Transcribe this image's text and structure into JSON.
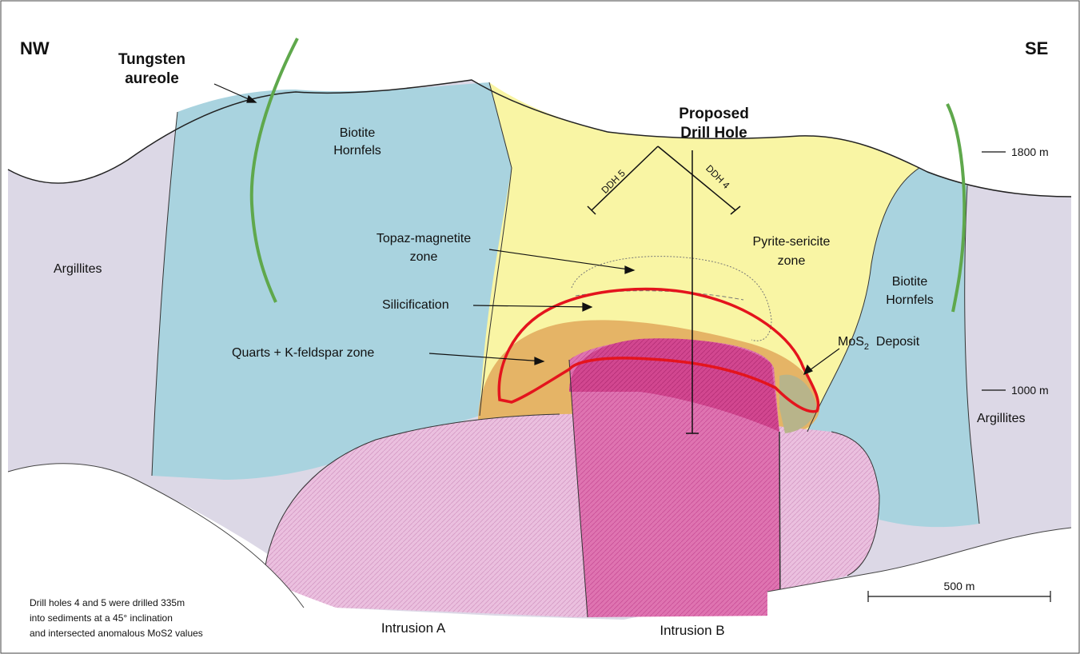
{
  "orientation": {
    "left": "NW",
    "right": "SE"
  },
  "labels": {
    "tungsten_line1": "Tungsten",
    "tungsten_line2": "aureole",
    "biotite_left_line1": "Biotite",
    "biotite_left_line2": "Hornfels",
    "argillites_left": "Argillites",
    "proposed_line1": "Proposed",
    "proposed_line2": "Drill Hole",
    "ddh5": "DDH 5",
    "ddh4": "DDH 4",
    "topaz_line1": "Topaz-magnetite",
    "topaz_line2": "zone",
    "pyrite_line1": "Pyrite-sericite",
    "pyrite_line2": "zone",
    "silicification": "Silicification",
    "quarts": "Quarts + K-feldspar zone",
    "biotite_right_line1": "Biotite",
    "biotite_right_line2": "Hornfels",
    "mos2_prefix": "MoS",
    "mos2_sub": "2",
    "mos2_suffix": "  Deposit",
    "argillites_right": "Argillites",
    "intrusion_a": "Intrusion A",
    "intrusion_b": "Intrusion B"
  },
  "elevation_ticks": [
    "1800 m",
    "1000 m"
  ],
  "scale_bar": {
    "label": "500 m"
  },
  "note": [
    "Drill holes 4 and 5 were drilled 335m",
    "into sediments at a  45° inclination",
    "and intersected anomalous MoS2 values"
  ],
  "colors": {
    "argillite": "#dcd8e6",
    "biotite_hornfels": "#a9d3df",
    "alteration_yellow": "#f9f5a4",
    "k_feldspar_orange": "#e5b466",
    "intrusion_a_pink": "#e8b8da",
    "intrusion_b_magenta": "#dc6aa9",
    "intrusion_b_dark": "#cf3f8a",
    "tungsten_green": "#5fa84c",
    "deposit_red": "#e4141d"
  }
}
